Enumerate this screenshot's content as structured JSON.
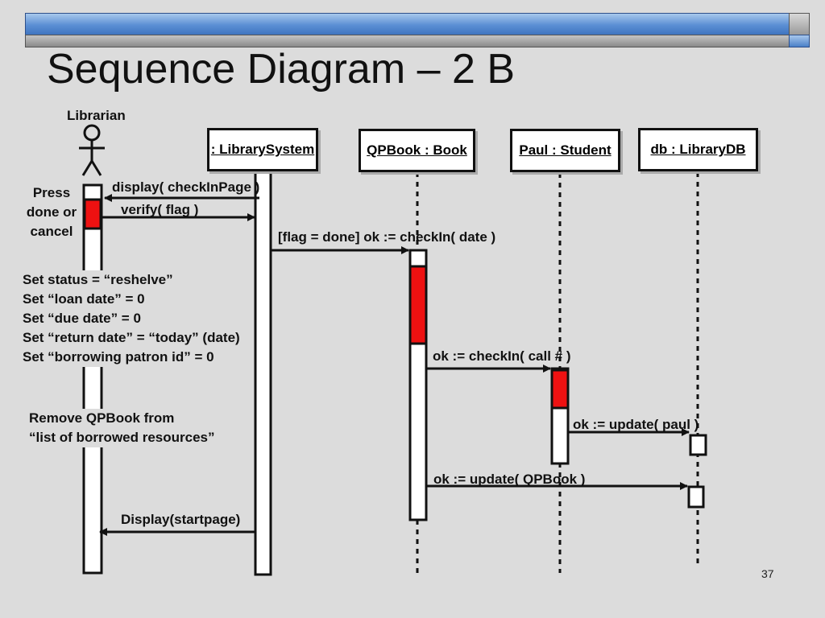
{
  "slide": {
    "title": "Sequence Diagram – 2 B",
    "page_number": "37"
  },
  "actor": {
    "name": "Librarian"
  },
  "lifelines": {
    "library_system": ": LibrarySystem",
    "qpbook": "QPBook : Book",
    "paul": "Paul : Student",
    "db": "db : LibraryDB"
  },
  "messages": {
    "display_checkin": "display( checkInPage )",
    "verify_flag": "verify( flag )",
    "checkin_date": "[flag = done] ok := checkIn( date )",
    "checkin_call": "ok := checkIn( call # )",
    "update_paul": "ok := update( paul )",
    "update_qpbook": "ok := update( QPBook )",
    "display_start": "Display(startpage)"
  },
  "notes": {
    "press": [
      "Press",
      "done or",
      "cancel"
    ],
    "set_status": [
      "Set status = “reshelve”",
      "Set “loan date” = 0",
      "Set “due date” = 0",
      "Set “return date” = “today”  (date)",
      "Set “borrowing patron id” = 0"
    ],
    "remove": [
      "Remove QPBook from",
      "“list of borrowed resources”"
    ]
  },
  "colors": {
    "activation_red": "#ee1111",
    "title_bar_blue": "#5b8fd4"
  }
}
